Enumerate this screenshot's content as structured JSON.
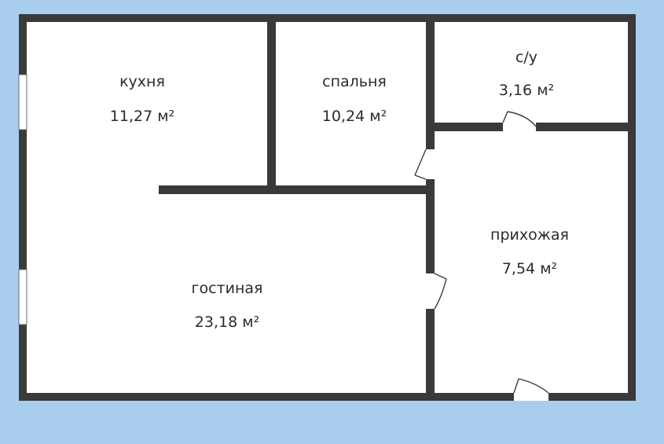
{
  "plan": {
    "rooms": [
      {
        "id": "kitchen",
        "name": "кухня",
        "area": "11,27 м²"
      },
      {
        "id": "bedroom",
        "name": "спальня",
        "area": "10,24 м²"
      },
      {
        "id": "bathroom",
        "name": "с/у",
        "area": "3,16 м²"
      },
      {
        "id": "hallway",
        "name": "прихожая",
        "area": "7,54 м²"
      },
      {
        "id": "living",
        "name": "гостиная",
        "area": "23,18 м²"
      }
    ]
  },
  "colors": {
    "background": "#a9cdef",
    "floor": "#ffffff",
    "wall": "#3a3a3a",
    "text": "#2b2b2b"
  }
}
